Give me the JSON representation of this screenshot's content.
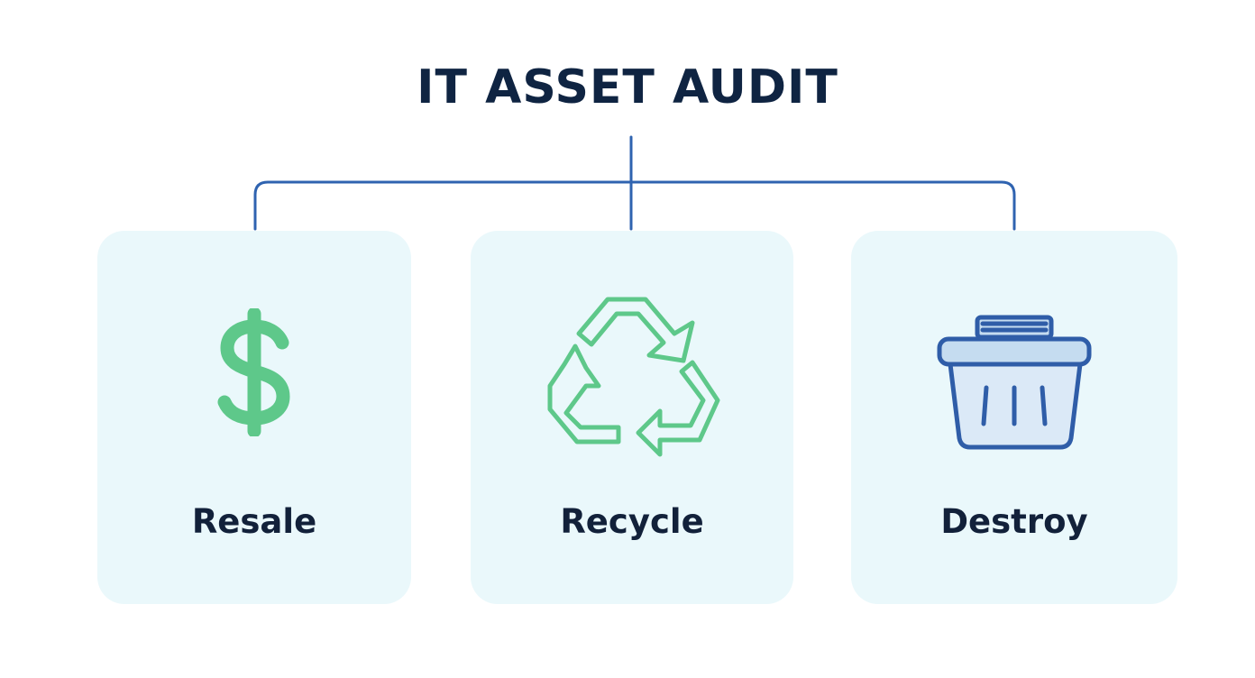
{
  "title": "IT ASSET AUDIT",
  "options": [
    {
      "label": "Resale",
      "icon": "dollar-sign-icon"
    },
    {
      "label": "Recycle",
      "icon": "recycle-icon"
    },
    {
      "label": "Destroy",
      "icon": "trash-bin-icon"
    }
  ],
  "colors": {
    "title": "#0f2442",
    "connector": "#2f63b0",
    "card_background": "#eaf8fb",
    "green_icon": "#5ec88a",
    "blue_icon": "#2f5da8",
    "blue_icon_fill": "#c5dcf0",
    "label": "#12213a"
  }
}
